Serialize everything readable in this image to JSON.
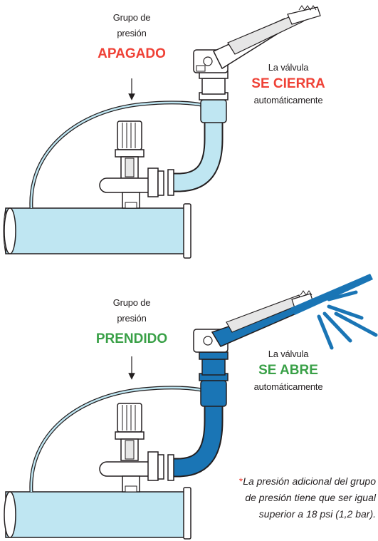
{
  "top": {
    "pump_line1": "Grupo de",
    "pump_line2": "presión",
    "pump_state": "APAGADO",
    "valve_line1": "La válvula",
    "valve_state": "SE CIERRA",
    "valve_line3": "automáticamente"
  },
  "bottom": {
    "pump_line1": "Grupo de",
    "pump_line2": "presión",
    "pump_state": "PRENDIDO",
    "valve_line1": "La válvula",
    "valve_state": "SE ABRE",
    "valve_line3": "automáticamente"
  },
  "note": {
    "star": "*",
    "line1": "La presión adicional del grupo",
    "line2": "de presión tiene que ser igual",
    "line3": "superior a 18 psi (1,2 bar)."
  },
  "colors": {
    "off_state": "#ef4136",
    "on_state": "#39a047",
    "water_light": "#bfe6f2",
    "water_dark": "#1a75b5",
    "outline": "#231f20"
  }
}
